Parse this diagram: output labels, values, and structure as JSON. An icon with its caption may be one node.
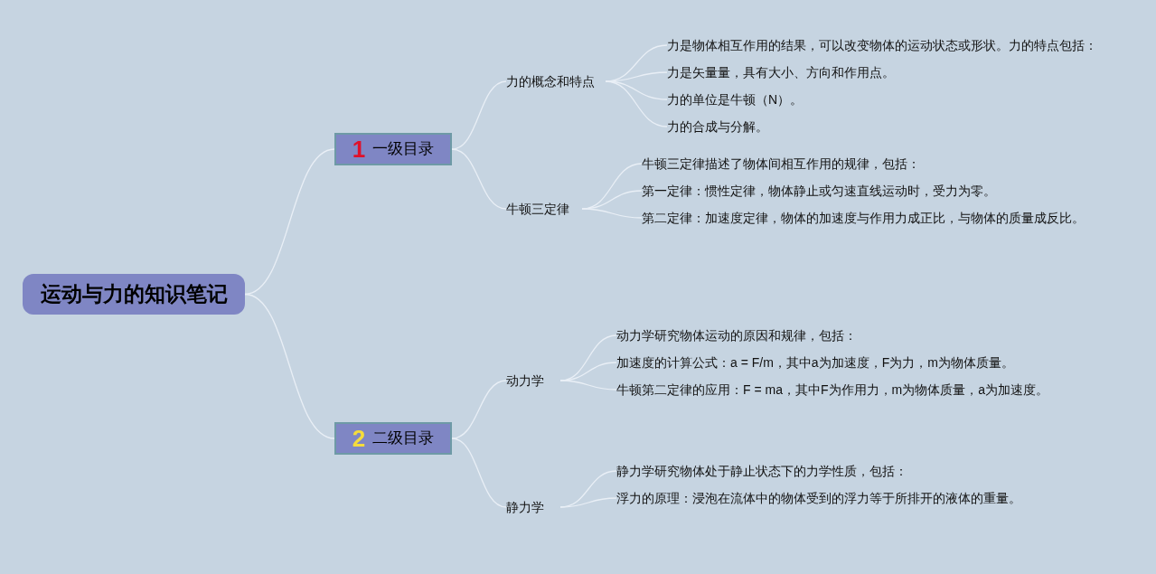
{
  "diagram": {
    "nodes": [
      {
        "text": [
          "运动与力的知识笔记"
        ]
      },
      {
        "text": [
          "1",
          "一级目录"
        ]
      },
      {
        "text": [
          "力的概念和特点"
        ]
      },
      {
        "text": [
          "力是物体相互作用的结果，可以改变物体的运动状态或形状。力的特点包括："
        ]
      },
      {
        "text": [
          "力是矢量量，具有大小、方向和作用点。"
        ]
      },
      {
        "text": [
          "力的单位是牛顿（N）。"
        ]
      },
      {
        "text": [
          "力的合成与分解。"
        ]
      },
      {
        "text": [
          "牛顿三定律"
        ]
      },
      {
        "text": [
          "牛顿三定律描述了物体间相互作用的规律，包括："
        ]
      },
      {
        "text": [
          "第一定律：惯性定律，物体静止或匀速直线运动时，受力为零。"
        ]
      },
      {
        "text": [
          "第二定律：加速度定律，物体的加速度与作用力成正比，与物体的质量成反比。"
        ]
      },
      {
        "text": [
          "2",
          "二级目录"
        ]
      },
      {
        "text": [
          "动力学"
        ]
      },
      {
        "text": [
          "动力学研究物体运动的原因和规律，包括："
        ]
      },
      {
        "text": [
          "加速度的计算公式：a = F/m，其中a为加速度，F为力，m为物体质量。"
        ]
      },
      {
        "text": [
          "牛顿第二定律的应用：F = ma，其中F为作用力，m为物体质量，a为加速度。"
        ]
      },
      {
        "text": [
          "静力学"
        ]
      },
      {
        "text": [
          "静力学研究物体处于静止状态下的力学性质，包括："
        ]
      },
      {
        "text": [
          "浮力的原理：浸泡在流体中的物体受到的浮力等于所排开的液体的重量。"
        ]
      }
    ],
    "edges": [
      {
        "from": 0,
        "to": 1,
        "arrow": "none"
      },
      {
        "from": 1,
        "to": 2,
        "arrow": "none"
      },
      {
        "from": 2,
        "to": 3,
        "arrow": "none"
      },
      {
        "from": 2,
        "to": 4,
        "arrow": "none"
      },
      {
        "from": 2,
        "to": 5,
        "arrow": "none"
      },
      {
        "from": 2,
        "to": 6,
        "arrow": "none"
      },
      {
        "from": 1,
        "to": 7,
        "arrow": "none"
      },
      {
        "from": 7,
        "to": 8,
        "arrow": "none"
      },
      {
        "from": 7,
        "to": 9,
        "arrow": "none"
      },
      {
        "from": 7,
        "to": 10,
        "arrow": "none"
      },
      {
        "from": 0,
        "to": 11,
        "arrow": "none"
      },
      {
        "from": 11,
        "to": 12,
        "arrow": "none"
      },
      {
        "from": 12,
        "to": 13,
        "arrow": "none"
      },
      {
        "from": 12,
        "to": 14,
        "arrow": "none"
      },
      {
        "from": 12,
        "to": 15,
        "arrow": "none"
      },
      {
        "from": 11,
        "to": 16,
        "arrow": "none"
      },
      {
        "from": 16,
        "to": 17,
        "arrow": "none"
      },
      {
        "from": 16,
        "to": 18,
        "arrow": "none"
      }
    ]
  }
}
